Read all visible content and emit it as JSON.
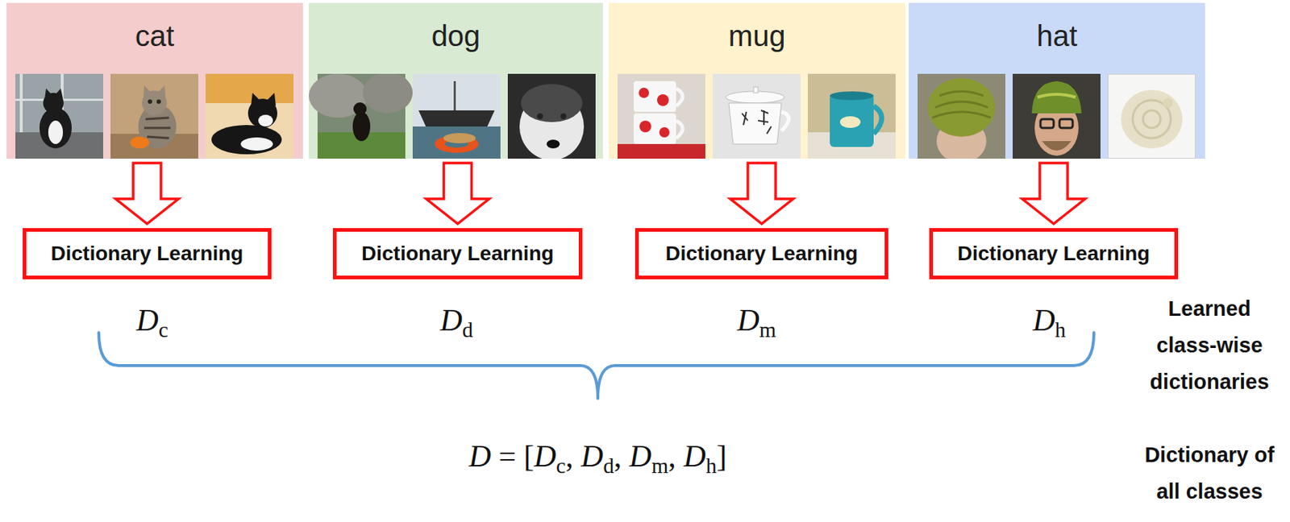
{
  "diagram": {
    "nodes": [
      {
        "text": [
          "cat"
        ]
      },
      {
        "text": [
          "dog"
        ]
      },
      {
        "text": [
          "mug"
        ]
      },
      {
        "text": [
          "hat"
        ]
      },
      {
        "text": [
          "Dictionary Learning"
        ]
      },
      {
        "text": [
          "Dictionary Learning"
        ]
      },
      {
        "text": [
          "Dictionary Learning"
        ]
      },
      {
        "text": [
          "Dictionary Learning"
        ]
      }
    ],
    "edges": [
      {
        "from": 0,
        "to": 4,
        "arrow": "to"
      },
      {
        "from": 1,
        "to": 5,
        "arrow": "to"
      },
      {
        "from": 2,
        "to": 6,
        "arrow": "to"
      },
      {
        "from": 3,
        "to": 7,
        "arrow": "to"
      }
    ],
    "labels": [
      "Dc",
      "Dd",
      "Dm",
      "Dh",
      "Learned class-wise dictionaries",
      "D = [Dc, Dd, Dm, Dh]",
      "Dictionary of all classes"
    ]
  }
}
